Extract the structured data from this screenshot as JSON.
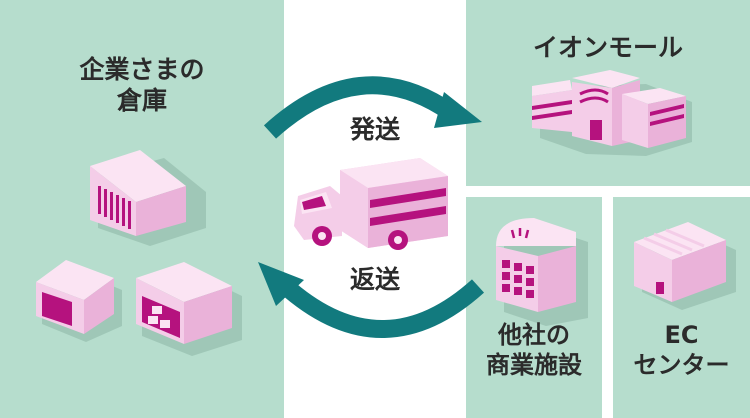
{
  "warehouse": {
    "line1": "企業さまの",
    "line2": "倉庫"
  },
  "aeon": {
    "title": "イオンモール"
  },
  "other": {
    "line1": "他社の",
    "line2": "商業施設"
  },
  "ec": {
    "line1": "EC",
    "line2": "センター"
  },
  "flow": {
    "send": "発送",
    "return": "返送"
  },
  "colors": {
    "panel": "#b6ddcd",
    "arrow": "#127a7e",
    "building_light": "#f4cde8",
    "building_mid": "#eab2d9",
    "accent": "#b5127e",
    "shadow": "#8fb9a8"
  }
}
